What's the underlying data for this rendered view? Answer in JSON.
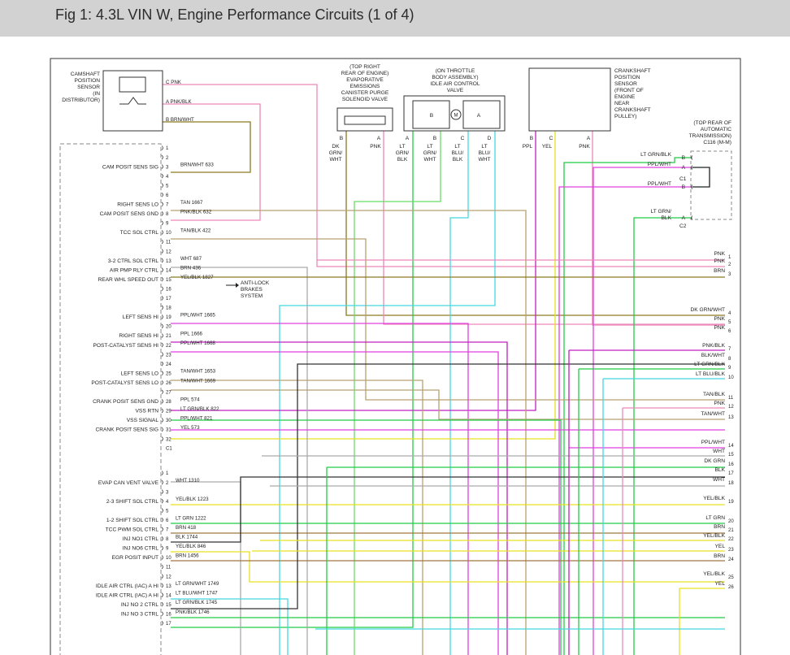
{
  "header": {
    "title": "Fig 1: 4.3L VIN W, Engine Performance Circuits (1 of 4)"
  },
  "colors": {
    "pink": "#ee88bb",
    "magenta": "#e040e0",
    "purple": "#c020c0",
    "green": "#22cc44",
    "lightgreen": "#66dd66",
    "tan": "#b8a070",
    "brown": "#a07840",
    "yellow": "#e8e020",
    "cyan": "#44d8e0",
    "grey": "#aaaaaa",
    "dkgrey": "#333333",
    "olive": "#8a7a20",
    "black": "#222222"
  },
  "components": {
    "cmp_sensor": {
      "lines": [
        "CAMSHAFT",
        "POSITION",
        "SENSOR",
        "(IN",
        "DISTRIBUTOR)"
      ],
      "pins": [
        {
          "id": "C",
          "wire": "PNK"
        },
        {
          "id": "A",
          "wire": "PNK/BLK"
        },
        {
          "id": "B",
          "wire": "BRN/WHT"
        }
      ]
    },
    "evap": {
      "lines": [
        "(TOP RIGHT",
        "REAR OF ENGINE)",
        "EVAPORATIVE",
        "EMISSIONS",
        "CANISTER PURGE",
        "SOLENOID VALVE"
      ],
      "pins": [
        "B",
        "A"
      ],
      "wires": [
        [
          "DK",
          "GRN/",
          "WHT"
        ],
        [
          "PNK"
        ]
      ]
    },
    "iac": {
      "lines": [
        "(ON THROTTLE",
        "BODY ASSEMBLY)",
        "IDLE AIR CONTROL",
        "VALVE"
      ],
      "inner": [
        "B",
        "M",
        "A"
      ],
      "pins": [
        "A",
        "B",
        "C",
        "D"
      ],
      "wires": [
        [
          "LT",
          "GRN/",
          "BLK"
        ],
        [
          "LT",
          "GRN/",
          "WHT"
        ],
        [
          "LT",
          "BLU/",
          "BLK"
        ],
        [
          "LT",
          "BLU/",
          "WHT"
        ]
      ]
    },
    "ckp": {
      "lines": [
        "CRANKSHAFT",
        "POSITION",
        "SENSOR",
        "(FRONT OF",
        "ENGINE",
        "NEAR",
        "CRANKSHAFT",
        "PULLEY)"
      ],
      "pins": [
        "B",
        "C",
        "A"
      ],
      "wires": [
        "PPL",
        "YEL",
        "PNK"
      ]
    },
    "c116": {
      "lines": [
        "(TOP REAR OF",
        "AUTOMATIC",
        "TRANSMISSION)",
        "C116 (M-M)"
      ],
      "c1": "C1",
      "c2": "C2",
      "pins": [
        {
          "wire": "LT GRN/BLK",
          "pin": "B"
        },
        {
          "wire": "PPL/WHT",
          "pin": "A"
        },
        {
          "wire": "PPL/WHT",
          "pin": "B"
        },
        {
          "wire": "LT GRN/",
          "wire2": "BLK",
          "pin": "A"
        }
      ]
    }
  },
  "pcm": {
    "c1": "C1",
    "c1_pins": [
      {
        "n": "1",
        "label": "",
        "wire": ""
      },
      {
        "n": "2",
        "label": "",
        "wire": ""
      },
      {
        "n": "3",
        "label": "CAM POSIT SENS SIG",
        "wire": "BRN/WHT",
        "circuit": "633"
      },
      {
        "n": "4",
        "label": "",
        "wire": ""
      },
      {
        "n": "5",
        "label": "",
        "wire": ""
      },
      {
        "n": "6",
        "label": "",
        "wire": ""
      },
      {
        "n": "7",
        "label": "RIGHT SENS LO",
        "wire": "TAN",
        "circuit": "1667"
      },
      {
        "n": "8",
        "label": "CAM POSIT SENS GND",
        "wire": "PNK/BLK",
        "circuit": "632"
      },
      {
        "n": "9",
        "label": "",
        "wire": ""
      },
      {
        "n": "10",
        "label": "TCC SOL CTRL",
        "wire": "TAN/BLK",
        "circuit": "422"
      },
      {
        "n": "11",
        "label": "",
        "wire": ""
      },
      {
        "n": "12",
        "label": "",
        "wire": ""
      },
      {
        "n": "13",
        "label": "3-2 CTRL SOL CTRL",
        "wire": "WHT",
        "circuit": "687"
      },
      {
        "n": "14",
        "label": "AIR PMP RLY CTRL",
        "wire": "BRN",
        "circuit": "436"
      },
      {
        "n": "15",
        "label": "REAR WHL SPEED OUT",
        "wire": "YEL/BLK",
        "circuit": "1827"
      },
      {
        "n": "16",
        "label": "",
        "wire": ""
      },
      {
        "n": "17",
        "label": "",
        "wire": ""
      },
      {
        "n": "18",
        "label": "",
        "wire": ""
      },
      {
        "n": "19",
        "label": "LEFT SENS HI",
        "wire": "PPL/WHT",
        "circuit": "1665"
      },
      {
        "n": "20",
        "label": "",
        "wire": ""
      },
      {
        "n": "21",
        "label": "RIGHT SENS HI",
        "wire": "PPL",
        "circuit": "1666"
      },
      {
        "n": "22",
        "label": "POST-CATALYST SENS HI",
        "wire": "PPL/WHT",
        "circuit": "1668"
      },
      {
        "n": "23",
        "label": "",
        "wire": ""
      },
      {
        "n": "24",
        "label": "",
        "wire": ""
      },
      {
        "n": "25",
        "label": "LEFT SENS LO",
        "wire": "TAN/WHT",
        "circuit": "1653"
      },
      {
        "n": "26",
        "label": "POST-CATALYST SENS LO",
        "wire": "TAN/WHT",
        "circuit": "1669"
      },
      {
        "n": "27",
        "label": "",
        "wire": ""
      },
      {
        "n": "28",
        "label": "CRANK POSIT SENS GND",
        "wire": "PPL",
        "circuit": "574"
      },
      {
        "n": "29",
        "label": "VSS RTN",
        "wire": "LT GRN/BLK",
        "circuit": "822"
      },
      {
        "n": "30",
        "label": "VSS SIGNAL",
        "wire": "PPL/WHT",
        "circuit": "821"
      },
      {
        "n": "31",
        "label": "CRANK POSIT SENS SIG",
        "wire": "YEL",
        "circuit": "573"
      },
      {
        "n": "32",
        "label": "",
        "wire": ""
      }
    ],
    "c2_pins": [
      {
        "n": "1",
        "label": "",
        "wire": ""
      },
      {
        "n": "2",
        "label": "EVAP CAN VENT VALVE",
        "wire": "WHT",
        "circuit": "1310"
      },
      {
        "n": "3",
        "label": "",
        "wire": ""
      },
      {
        "n": "4",
        "label": "2-3 SHIFT SOL CTRL",
        "wire": "YEL/BLK",
        "circuit": "1223"
      },
      {
        "n": "5",
        "label": "",
        "wire": ""
      },
      {
        "n": "6",
        "label": "1-2 SHIFT SOL CTRL",
        "wire": "LT GRN",
        "circuit": "1222"
      },
      {
        "n": "7",
        "label": "TCC PWM SOL CTRL",
        "wire": "BRN",
        "circuit": "418"
      },
      {
        "n": "8",
        "label": "INJ NO1 CTRL",
        "wire": "BLK",
        "circuit": "1744"
      },
      {
        "n": "9",
        "label": "INJ NO6 CTRL",
        "wire": "YEL/BLK",
        "circuit": "846"
      },
      {
        "n": "10",
        "label": "EGR POSIT INPUT",
        "wire": "BRN",
        "circuit": "1456"
      },
      {
        "n": "11",
        "label": "",
        "wire": ""
      },
      {
        "n": "12",
        "label": "",
        "wire": ""
      },
      {
        "n": "13",
        "label": "IDLE AIR CTRL (IAC) A HI",
        "wire": "LT GRN/WHT",
        "circuit": "1749"
      },
      {
        "n": "14",
        "label": "IDLE AIR CTRL (IAC) A HI",
        "wire": "LT BLU/WHT",
        "circuit": "1747"
      },
      {
        "n": "15",
        "label": "INJ NO 2 CTRL",
        "wire": "LT GRN/BLK",
        "circuit": "1745"
      },
      {
        "n": "16",
        "label": "INJ NO 3 CTRL",
        "wire": "PNK/BLK",
        "circuit": "1746"
      },
      {
        "n": "17",
        "label": "",
        "wire": ""
      }
    ],
    "abs_label": [
      "ANTI-LOCK",
      "BRAKES",
      "SYSTEM"
    ]
  },
  "right_labels": [
    {
      "wire": "PNK",
      "n": "1"
    },
    {
      "wire": "PNK",
      "n": "2"
    },
    {
      "wire": "BRN",
      "n": "3"
    },
    {
      "wire": "DK GRN/WHT",
      "n": "4"
    },
    {
      "wire": "PNK",
      "n": "5"
    },
    {
      "wire": "PNK",
      "n": "6"
    },
    {
      "wire": "PNK/BLK",
      "n": "7"
    },
    {
      "wire": "BLK/WHT",
      "n": "8"
    },
    {
      "wire": "LT GRN/BLK",
      "n": "9"
    },
    {
      "wire": "LT BLU/BLK",
      "n": "10"
    },
    {
      "wire": "TAN/BLK",
      "n": "11"
    },
    {
      "wire": "PNK",
      "n": "12"
    },
    {
      "wire": "TAN/WHT",
      "n": "13"
    },
    {
      "wire": "PPL/WHT",
      "n": "14"
    },
    {
      "wire": "WHT",
      "n": "15"
    },
    {
      "wire": "DK GRN",
      "n": "16"
    },
    {
      "wire": "BLK",
      "n": "17"
    },
    {
      "wire": "WHT",
      "n": "18"
    },
    {
      "wire": "YEL/BLK",
      "n": "19"
    },
    {
      "wire": "LT GRN",
      "n": "20"
    },
    {
      "wire": "BRN",
      "n": "21"
    },
    {
      "wire": "YEL/BLK",
      "n": "22"
    },
    {
      "wire": "YEL",
      "n": "23"
    },
    {
      "wire": "BRN",
      "n": "24"
    },
    {
      "wire": "YEL/BLK",
      "n": "25"
    },
    {
      "wire": "YEL",
      "n": "26"
    }
  ]
}
